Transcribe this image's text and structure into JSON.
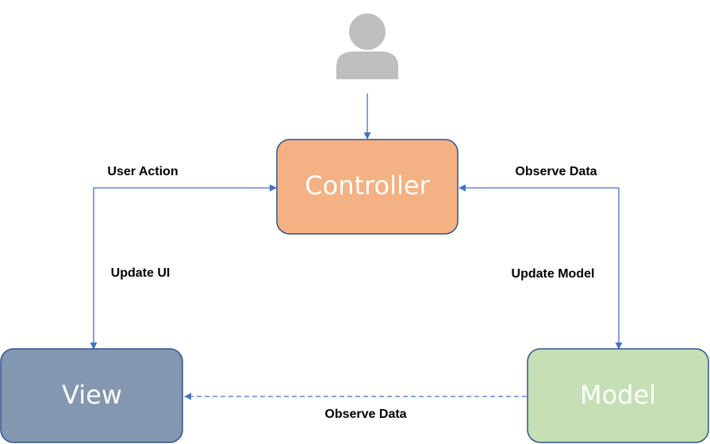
{
  "diagram": {
    "nodes": {
      "user": {
        "icon": "user-icon",
        "color": "#bfbfbf"
      },
      "controller": {
        "label": "Controller",
        "fill": "#f4b183",
        "stroke": "#2f528f"
      },
      "view": {
        "label": "View",
        "fill": "#8497b0",
        "stroke": "#2f528f"
      },
      "model": {
        "label": "Model",
        "fill": "#c5e0b4",
        "stroke": "#2f528f"
      }
    },
    "edges": {
      "user_action": "User Action",
      "update_ui": "Update UI",
      "observe_data_controller": "Observe Data",
      "update_model": "Update Model",
      "observe_data_view": "Observe Data"
    },
    "connector_color": "#4472c4"
  }
}
